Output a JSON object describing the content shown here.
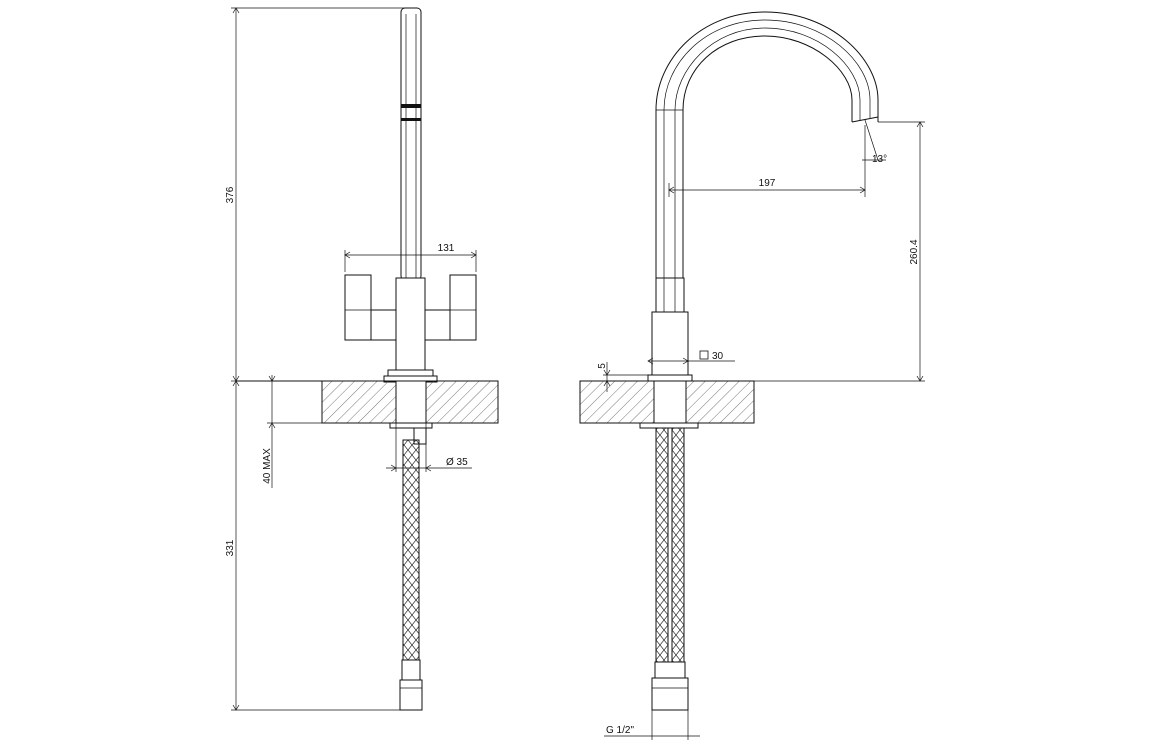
{
  "left_view": {
    "dims": {
      "height_above_deck": "376",
      "handle_span": "131",
      "deck_thickness": "40 MAX",
      "hole_diameter": "Ø 35",
      "hose_length": "331"
    }
  },
  "right_view": {
    "dims": {
      "spout_reach": "197",
      "spout_angle": "13°",
      "outlet_height": "260.4",
      "base_height": "5",
      "base_square": "30",
      "connection_thread": "G 1/2\""
    }
  },
  "colors": {
    "line": "#111111",
    "background": "#ffffff"
  }
}
